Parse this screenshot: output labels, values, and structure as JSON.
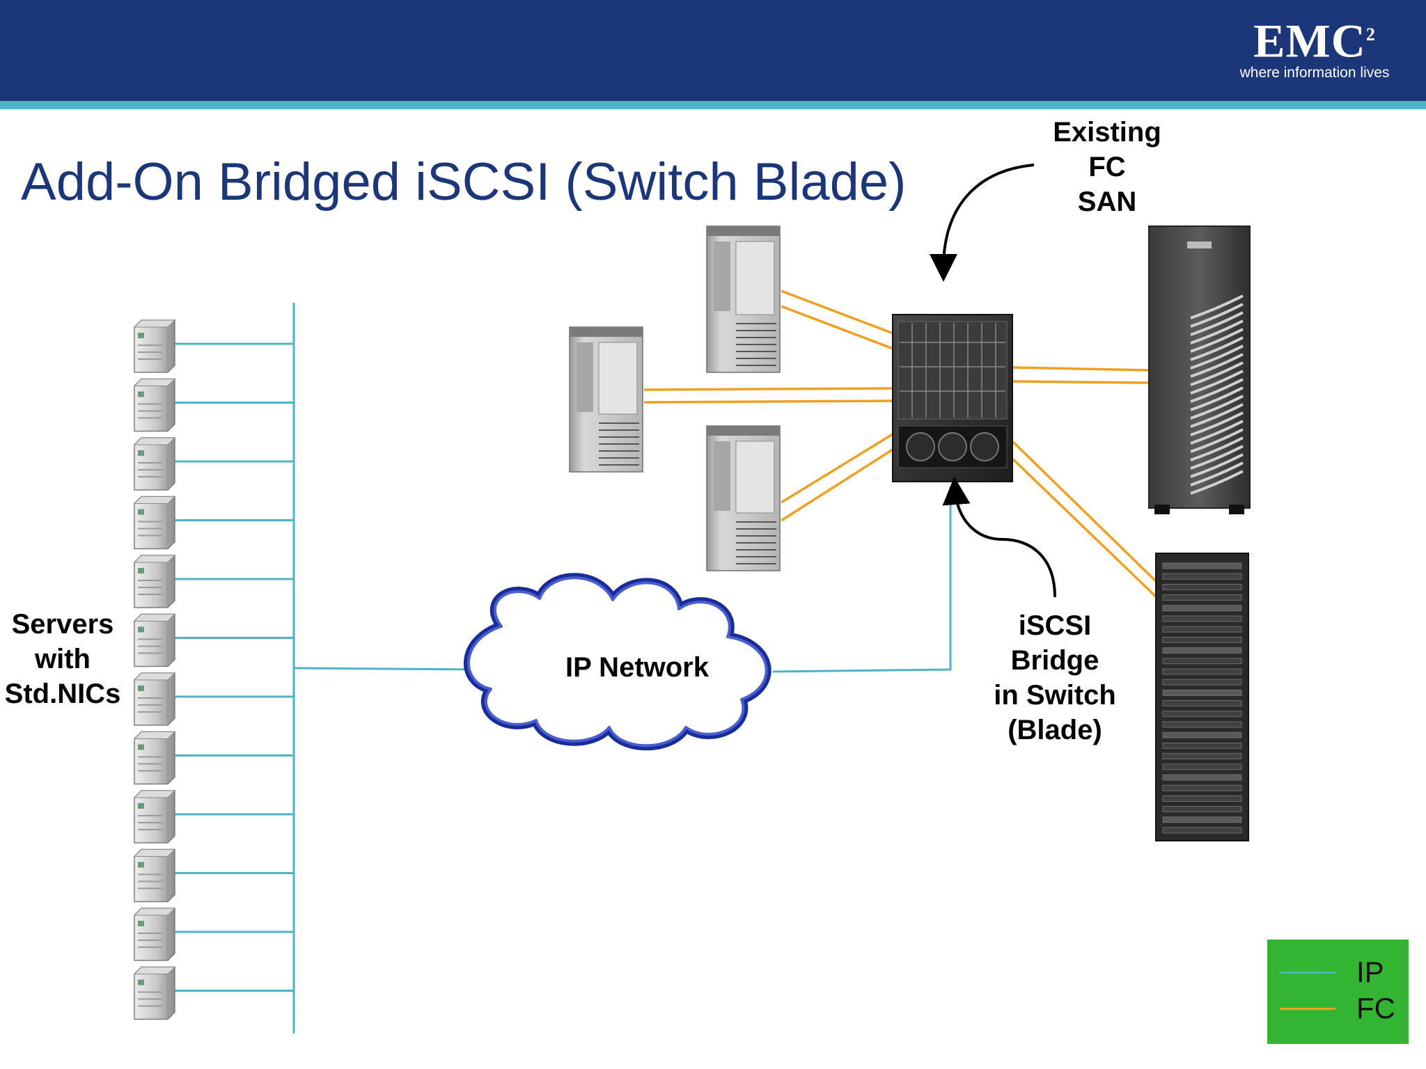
{
  "slide": {
    "title": "Add-On Bridged iSCSI (Switch Blade)"
  },
  "logo": {
    "name": "EMC",
    "superscript": "2",
    "tagline": "where information lives"
  },
  "labels": {
    "servers": "Servers\nwith\nStd.NICs",
    "existing_san": "Existing\nFC\nSAN",
    "iscsi_bridge": "iSCSI\nBridge\nin Switch\n(Blade)",
    "ip_network": "IP Network"
  },
  "legend": {
    "items": [
      {
        "label": "IP",
        "color": "#4fb3c8"
      },
      {
        "label": "FC",
        "color": "#f0a020"
      }
    ]
  },
  "colors": {
    "header": "#1b3679",
    "accent": "#4fb3c8",
    "ip_link": "#4fb3c8",
    "fc_link": "#f0a020",
    "cloud_outline": "#1a2c9a",
    "legend_bg": "#33b533"
  },
  "diagram": {
    "small_server_count": 12,
    "tower_server_count": 3,
    "fc_switch_count": 1,
    "storage_array_count": 2
  }
}
